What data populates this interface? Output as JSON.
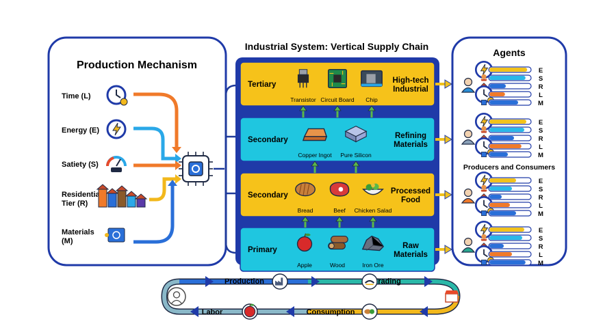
{
  "left_panel": {
    "title": "Production Mechanism",
    "inputs": [
      {
        "label_lines": [
          "Time (L)"
        ],
        "icon": "clock-icon",
        "arrow_color": "#f07a2a"
      },
      {
        "label_lines": [
          "Energy (E)"
        ],
        "icon": "lightning-icon",
        "arrow_color": "#2aa8e8"
      },
      {
        "label_lines": [
          "Satiety (S)"
        ],
        "icon": "gauge-icon",
        "arrow_color": "#f07a2a"
      },
      {
        "label_lines": [
          "Residential",
          "Tier (R)"
        ],
        "icon": "houses-icon",
        "arrow_color": "#f2b81c"
      },
      {
        "label_lines": [
          "Materials",
          "(M)"
        ],
        "icon": "blueprint-icon",
        "arrow_color": "#2a6fd8"
      }
    ],
    "processor_icon": "cpu-icon"
  },
  "middle_panel": {
    "title": "Industrial System: Vertical Supply Chain",
    "tiers": [
      {
        "name": "Tertiary",
        "color": "#f6c21a",
        "side_label_lines": [
          "High-tech",
          "Industrial"
        ],
        "items": [
          {
            "label": "Transistor",
            "icon": "transistor-icon"
          },
          {
            "label": "Circuit Board",
            "icon": "circuit-board-icon"
          },
          {
            "label": "Chip",
            "icon": "chip-icon"
          }
        ]
      },
      {
        "name": "Secondary",
        "color": "#1fc6e0",
        "side_label_lines": [
          "Refining",
          "Materials"
        ],
        "items": [
          {
            "label": "Copper Ingot",
            "icon": "copper-ingot-icon"
          },
          {
            "label": "Pure Silicon",
            "icon": "silicon-icon"
          }
        ]
      },
      {
        "name": "Secondary",
        "color": "#f6c21a",
        "side_label_lines": [
          "Processed",
          "Food"
        ],
        "items": [
          {
            "label": "Bread",
            "icon": "bread-icon"
          },
          {
            "label": "Beef",
            "icon": "beef-icon"
          },
          {
            "label": "Chicken Salad",
            "icon": "salad-icon"
          }
        ]
      },
      {
        "name": "Primary",
        "color": "#1fc6e0",
        "side_label_lines": [
          "Raw",
          "Materials"
        ],
        "items": [
          {
            "label": "Apple",
            "icon": "apple-icon"
          },
          {
            "label": "Wood",
            "icon": "wood-icon"
          },
          {
            "label": "Iron Ore",
            "icon": "iron-ore-icon"
          }
        ]
      }
    ]
  },
  "right_panel": {
    "title": "Agents",
    "subtitle": "Producers and Consumers",
    "stat_labels": [
      "E",
      "S",
      "R",
      "L",
      "M"
    ],
    "stat_icons": [
      "lightning-icon",
      "food-icon",
      "house-icon",
      "clock-icon",
      "box-icon"
    ],
    "bar_colors": [
      "#f2c21c",
      "#2ab8e8",
      "#2a6fd8",
      "#f07a2a",
      "#2a6fd8"
    ],
    "agents": [
      {
        "avatar_color": "#2a8fd8",
        "levels": [
          0.92,
          0.88,
          0.4,
          0.38,
          0.7
        ]
      },
      {
        "avatar_color": "#8aa0b8",
        "levels": [
          0.9,
          0.85,
          0.6,
          0.78,
          0.45
        ]
      },
      {
        "avatar_color": "#f07a2a",
        "levels": [
          0.65,
          0.55,
          0.3,
          0.5,
          0.65
        ]
      },
      {
        "avatar_color": "#2aa890",
        "levels": [
          0.85,
          0.8,
          0.35,
          0.55,
          0.88
        ]
      }
    ]
  },
  "cycle": {
    "stages": [
      {
        "label": "Production",
        "icon": "factory-icon"
      },
      {
        "label": "Trading",
        "icon": "handshake-icon"
      },
      {
        "label": "Consumption",
        "icon": "meal-icon"
      },
      {
        "label": "Labor",
        "icon": "apple-icon"
      }
    ],
    "start_icon": "worker-icon",
    "shop_icon": "shop-icon"
  }
}
